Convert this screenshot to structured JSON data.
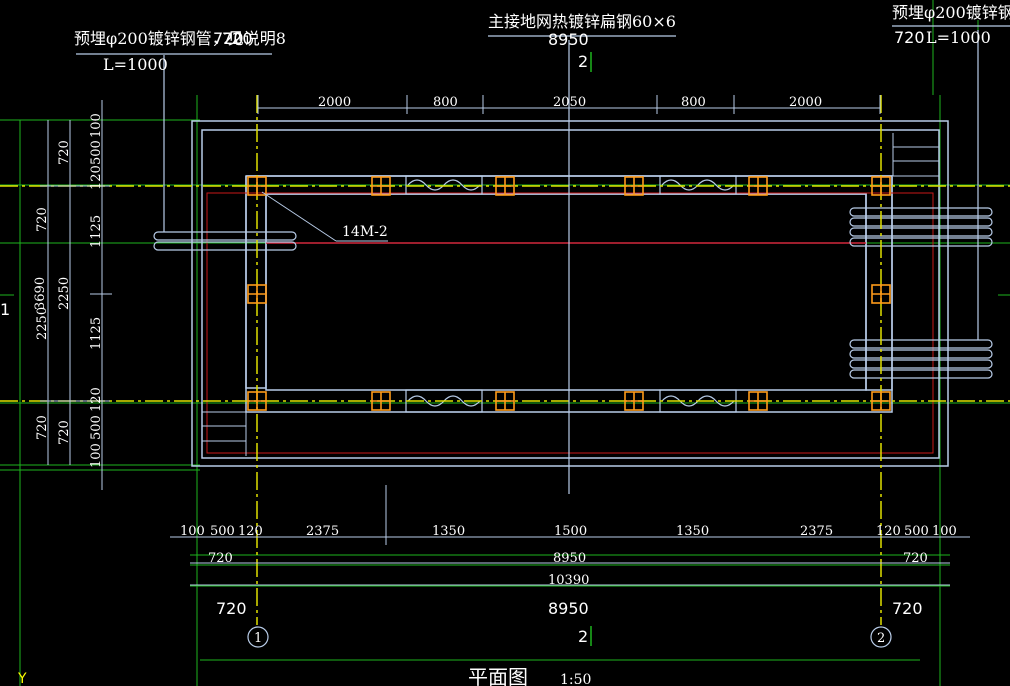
{
  "colors": {
    "background": "#000000",
    "structure": "#b8cce8",
    "axis_line": "#e0e000",
    "grid_line": "#1eb41e",
    "anchor_box": "#ff9b1a",
    "inner_rect": "#c81818",
    "ground_strip": "#d2283c",
    "dimension": "#ffffff"
  },
  "notes": {
    "pipe_left_line1": "预埋φ200镀锌钢管，见说明8",
    "pipe_left_line2": "L=1000",
    "pipe_right_line1": "预埋φ200镀锌钢管",
    "pipe_right_line2": "L=1000",
    "ground_steel": "主接地网热镀锌扁钢60×6",
    "anchor_label": "14M-2"
  },
  "top_dimensions": {
    "overall_left_a": "720",
    "overall_left_b": "720",
    "overall_center": "8950",
    "overall_right": "720",
    "axis_tag": "2",
    "segments": [
      "2000",
      "800",
      "2050",
      "800",
      "2000"
    ]
  },
  "bottom_dimensions": {
    "row1": [
      "100",
      "500",
      "120",
      "2375",
      "1350",
      "1500",
      "1350",
      "2375",
      "120",
      "500",
      "100"
    ],
    "row2": [
      "720",
      "8950",
      "720"
    ],
    "row3": "10390",
    "row4": [
      "720",
      "8950",
      "720"
    ]
  },
  "left_dimensions": {
    "col_outer": [
      "720",
      "2250",
      "720"
    ],
    "col_mid": [
      "720",
      "3690",
      "2250",
      "720"
    ],
    "col_inner": [
      "100",
      "500",
      "120",
      "1125",
      "1125",
      "120",
      "500",
      "100"
    ]
  },
  "axis_bubbles": [
    "1",
    "2"
  ],
  "axis_side_tag": "2",
  "row_marker": "1",
  "ucs_label": "Y",
  "drawing_title": "平面图",
  "drawing_scale": "1:50"
}
